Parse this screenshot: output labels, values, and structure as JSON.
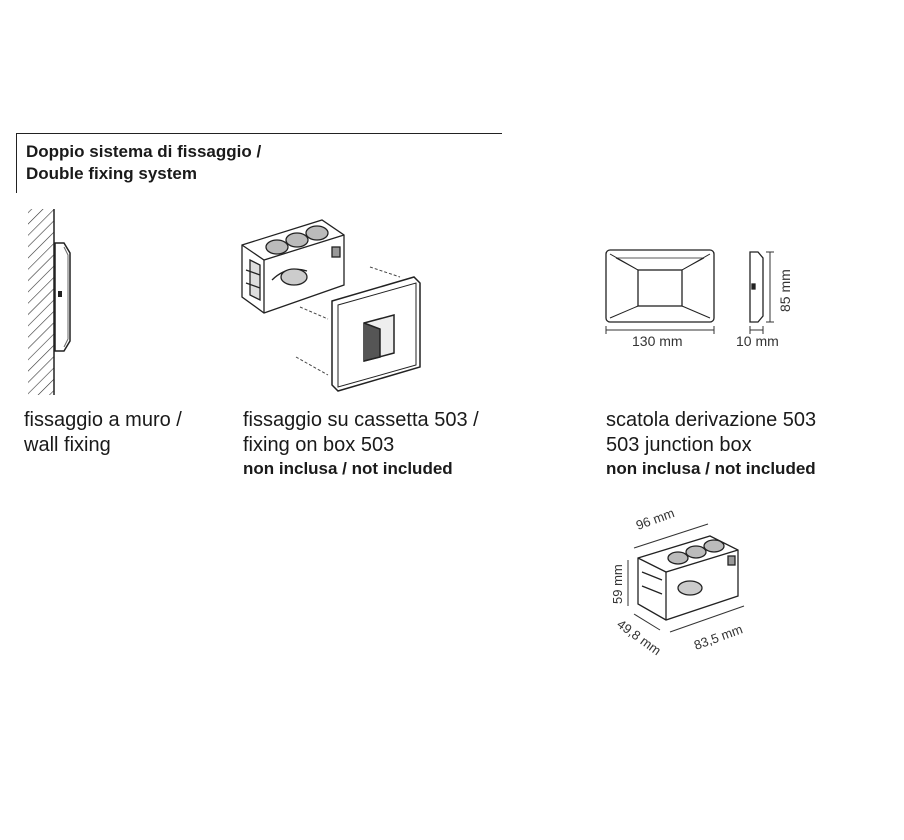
{
  "header": {
    "title_it": "Doppio sistema di fissaggio /",
    "title_en": "Double fixing system"
  },
  "panels": {
    "wall": {
      "line1": "fissaggio a muro /",
      "line2": "wall fixing"
    },
    "box": {
      "line1": "fissaggio su cassetta 503 /",
      "line2": "fixing on box 503",
      "note": "non inclusa / not included"
    },
    "junction": {
      "line1": "scatola derivazione 503",
      "line2": "503 junction box",
      "note": "non inclusa / not included"
    }
  },
  "dimensions": {
    "front_width": "130 mm",
    "side_depth": "10 mm",
    "height": "85 mm",
    "box_top": "96 mm",
    "box_height": "59 mm",
    "box_depth": "49,8 mm",
    "box_width": "83,5 mm"
  }
}
